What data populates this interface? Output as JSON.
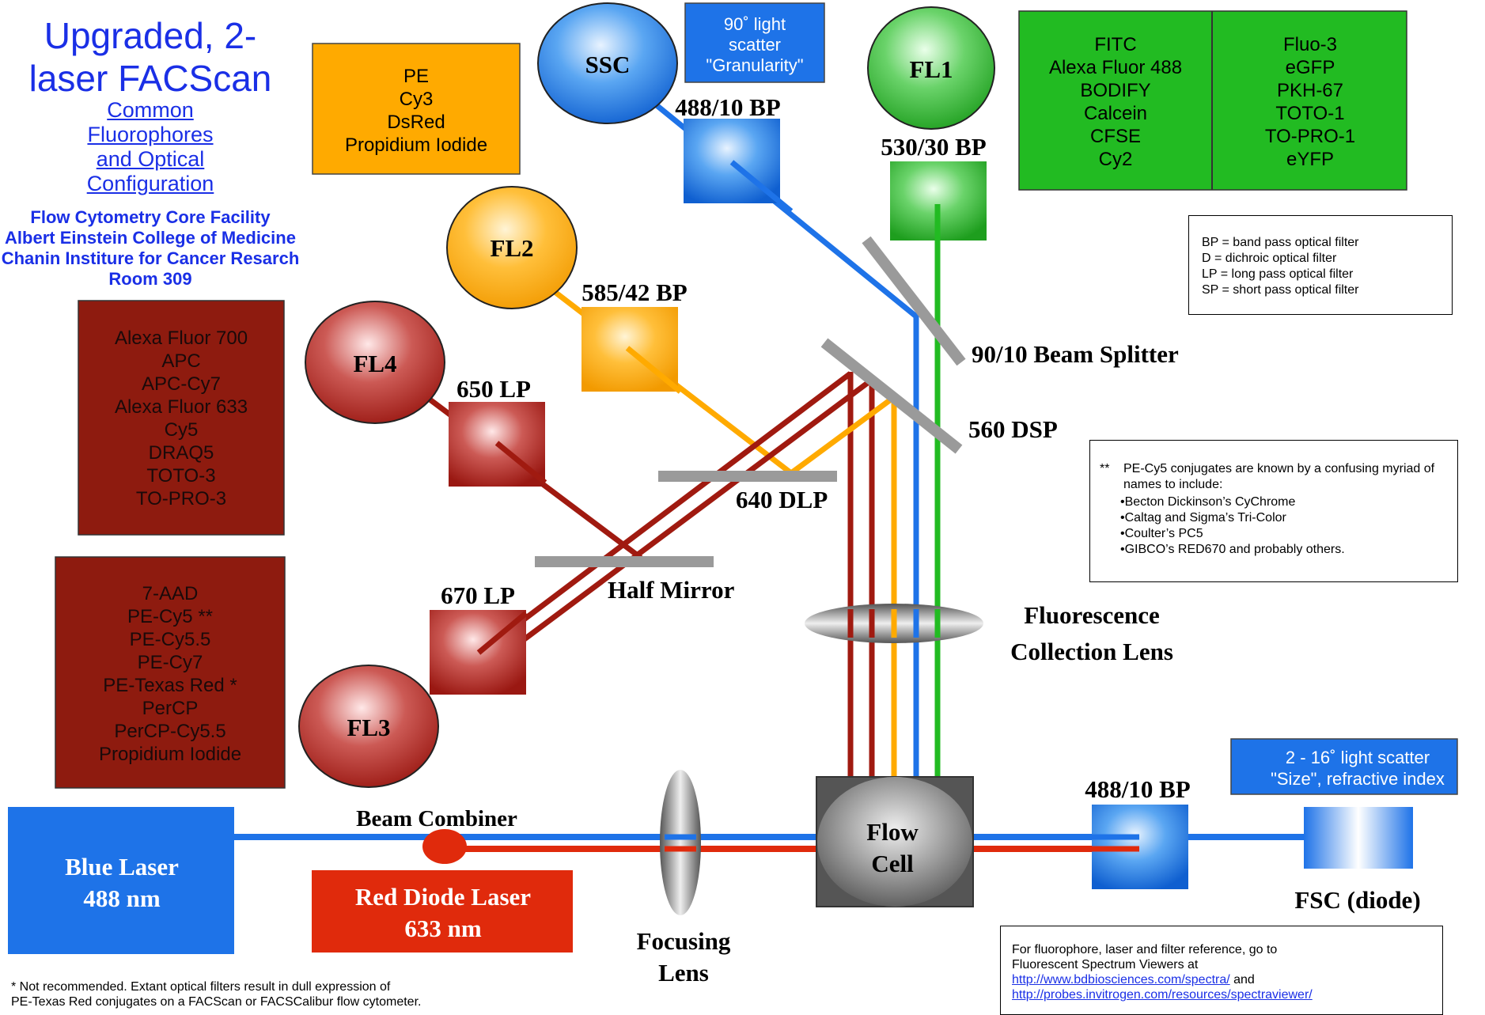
{
  "title": "Upgraded, 2-laser FACScan",
  "subtitle_lines": [
    "Common",
    "Fluorophores",
    "and Optical",
    "Configuration"
  ],
  "facility_lines": [
    "Flow Cytometry Core Facility",
    "Albert Einstein College of Medicine",
    "Chanin Institure for Cancer Resarch",
    "Room 309"
  ],
  "colors": {
    "blue": "#1e73e8",
    "red_laser": "#e02a0c",
    "dark_red": "#a01a10",
    "orange": "#ffaa00",
    "green": "#22bb22",
    "gray": "#9a9a9a",
    "title_blue": "#1a2fe6"
  },
  "fluorophore_boxes": {
    "pe": [
      "PE",
      "Cy3",
      "DsRed",
      "Propidium Iodide"
    ],
    "fl1_left": [
      "FITC",
      "Alexa Fluor 488",
      "BODIFY",
      "Calcein",
      "CFSE",
      "Cy2"
    ],
    "fl1_right": [
      "Fluo-3",
      "eGFP",
      "PKH-67",
      "TOTO-1",
      "TO-PRO-1",
      "eYFP"
    ],
    "fl4": [
      "Alexa Fluor 700",
      "APC",
      "APC-Cy7",
      "Alexa Fluor 633",
      "Cy5",
      "DRAQ5",
      "TOTO-3",
      "TO-PRO-3"
    ],
    "fl3": [
      "7-AAD",
      "PE-Cy5 **",
      "PE-Cy5.5",
      "PE-Cy7",
      "PE-Texas Red *",
      "PerCP",
      "PerCP-Cy5.5",
      "Propidium Iodide"
    ]
  },
  "scatter_labels": {
    "side": [
      "90˚ light",
      "scatter",
      "\"Granularity\""
    ],
    "forward": [
      "2 - 16˚ light scatter",
      "\"Size\", refractive index"
    ]
  },
  "detectors": {
    "ssc": "SSC",
    "fl1": "FL1",
    "fl2": "FL2",
    "fl3": "FL3",
    "fl4": "FL4",
    "fsc": "FSC (diode)"
  },
  "filters": {
    "ssc_bp": "488/10 BP",
    "fl1_bp": "530/30 BP",
    "fl2_bp": "585/42 BP",
    "fl4_lp": "650 LP",
    "fl3_lp": "670 LP",
    "fsc_bp": "488/10 BP"
  },
  "mirrors": {
    "beam_splitter": "90/10 Beam Splitter",
    "dsp": "560 DSP",
    "dlp": "640 DLP",
    "half_mirror": "Half Mirror"
  },
  "lenses": {
    "collection": [
      "Fluorescence",
      "Collection Lens"
    ],
    "focusing": [
      "Focusing",
      "Lens"
    ]
  },
  "flow_cell": [
    "Flow",
    "Cell"
  ],
  "lasers": {
    "blue": [
      "Blue Laser",
      "488 nm"
    ],
    "red": [
      "Red Diode Laser",
      "633 nm"
    ],
    "combiner": "Beam Combiner"
  },
  "legend": [
    "BP = band pass optical filter",
    "D = dichroic optical filter",
    "LP = long pass optical filter",
    "SP = short pass optical filter"
  ],
  "note": {
    "marker": "**",
    "text": "PE-Cy5 conjugates are known by a confusing myriad of names to include:",
    "items": [
      "Becton Dickinson’s CyChrome",
      "Caltag and Sigma’s Tri-Color",
      "Coulter’s PC5",
      "GIBCO’s RED670 and probably others."
    ]
  },
  "reference": {
    "line1": "For fluorophore, laser and filter reference, go to",
    "line2": "Fluorescent Spectrum Viewers at",
    "link1": "http://www.bdbiosciences.com/spectra/",
    "and": " and",
    "link2": "http://probes.invitrogen.com/resources/spectraviewer/"
  },
  "footnote": [
    "* Not recommended. Extant optical filters result in dull expression of",
    "PE-Texas Red conjugates on a FACScan or FACSCalibur flow cytometer."
  ]
}
